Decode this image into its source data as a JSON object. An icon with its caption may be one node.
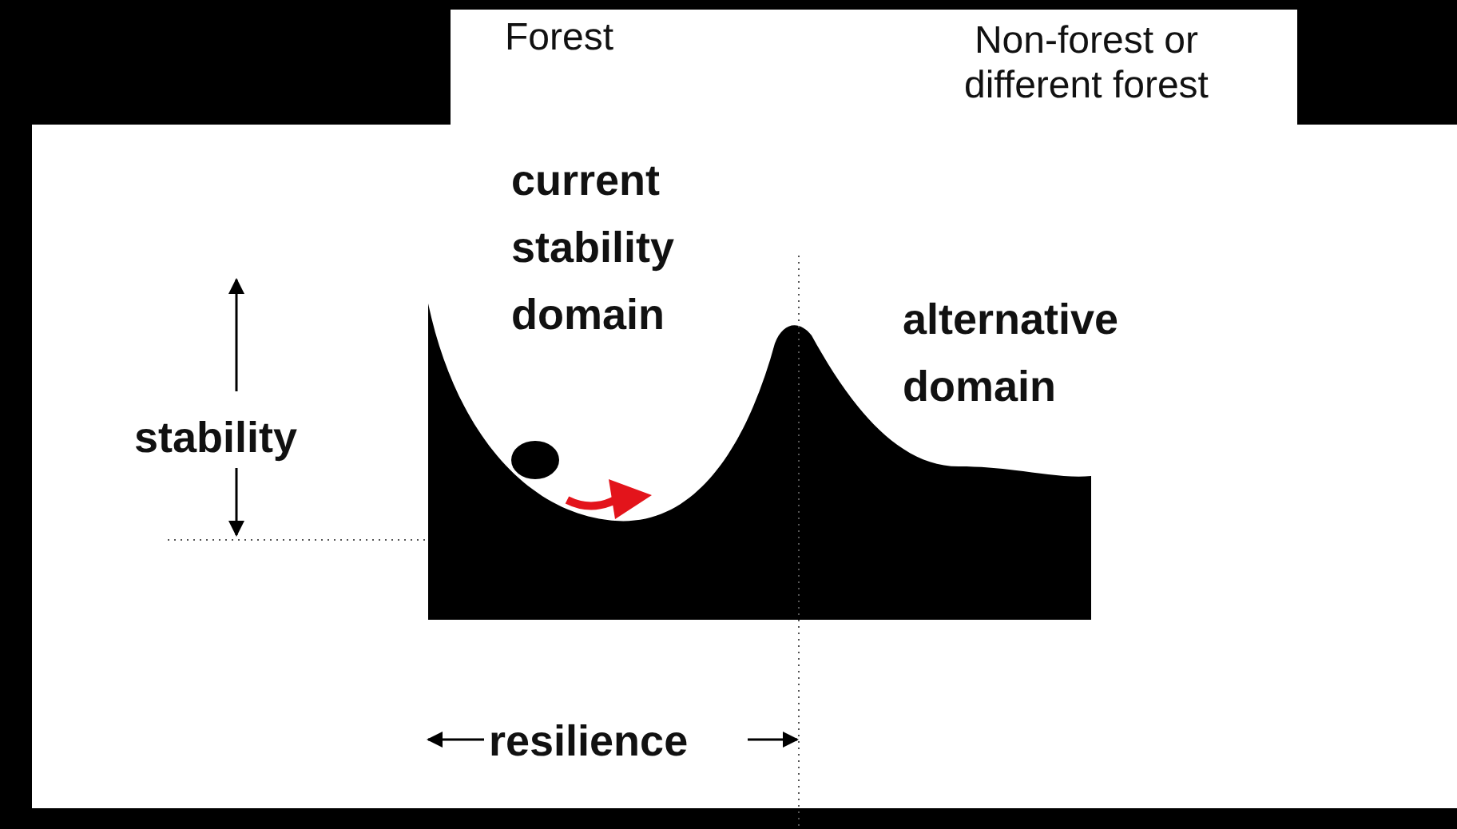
{
  "diagram": {
    "labels": [
      "Forest",
      "Non-forest or different forest",
      "current stability domain",
      "alternative domain",
      "stability",
      "resilience"
    ]
  }
}
